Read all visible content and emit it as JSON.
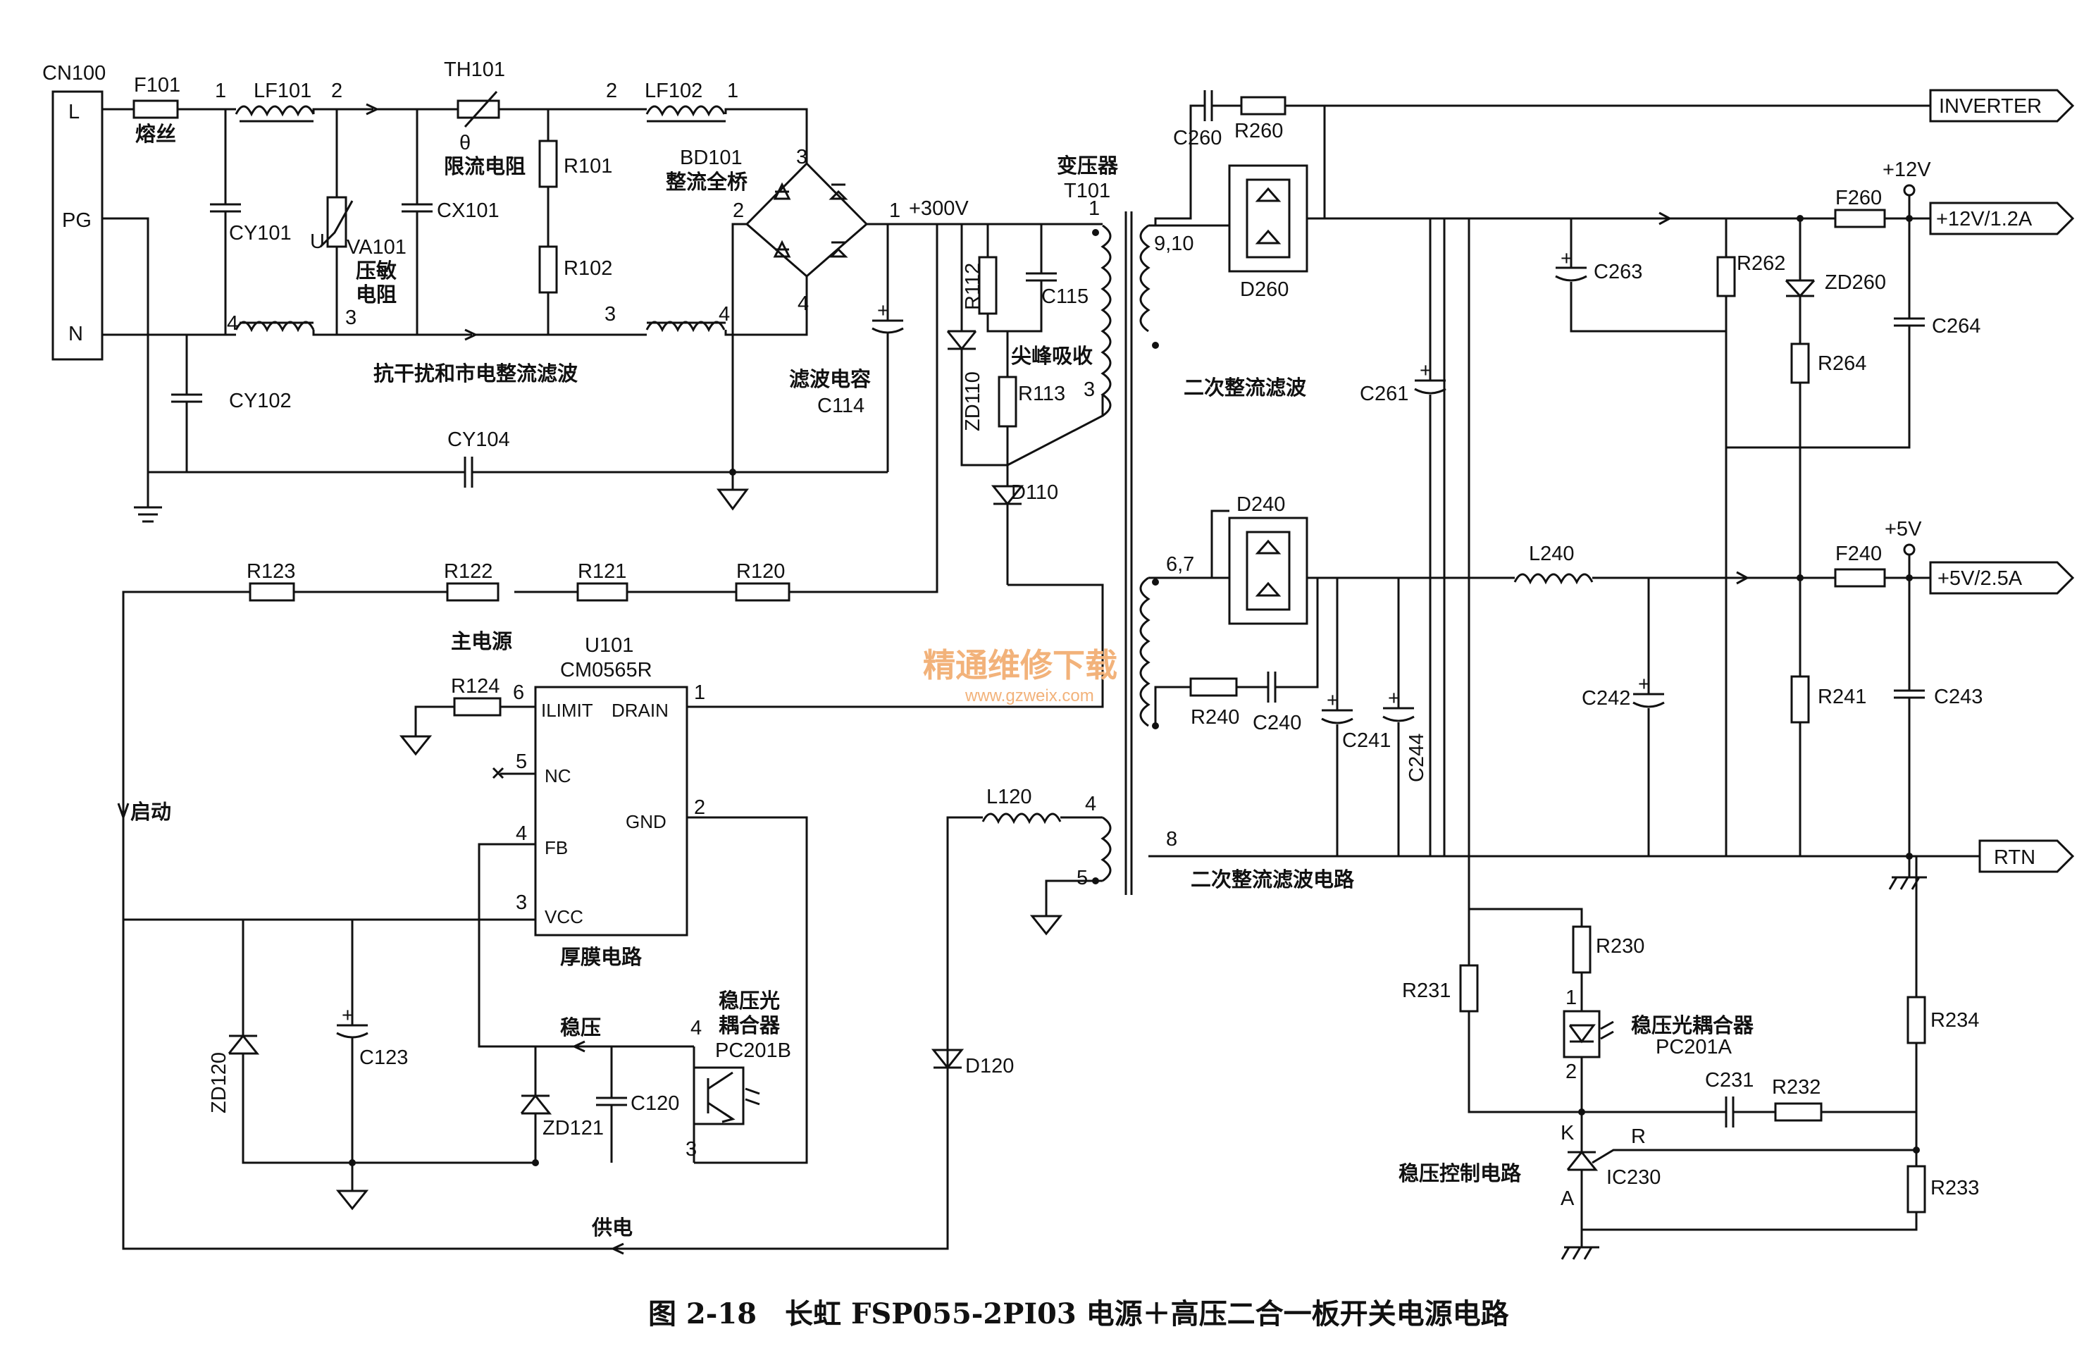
{
  "caption": "图 2-18　长虹 FSP055-2PI03 电源＋高压二合一板开关电源电路",
  "watermark": {
    "cn": "精通维修下载",
    "url": "www.gzweix.com"
  },
  "connector": {
    "ref": "CN100",
    "pins": [
      "L",
      "PG",
      "N"
    ]
  },
  "components": {
    "F101": "F101",
    "F101_desc": "熔丝",
    "LF101": "LF101",
    "LF102": "LF102",
    "TH101": "TH101",
    "TH101_desc": "限流电阻",
    "theta": "θ",
    "U": "U",
    "CY101": "CY101",
    "CY102": "CY102",
    "CY104": "CY104",
    "VA101": "VA101",
    "VA101_desc1": "压敏",
    "VA101_desc2": "电阻",
    "CX101": "CX101",
    "R101": "R101",
    "R102": "R102",
    "BD101": "BD101",
    "BD101_desc": "整流全桥",
    "C114": "C114",
    "C114_desc": "滤波电容",
    "V300": "+300V",
    "T101": "T101",
    "T101_desc": "变压器",
    "R112": "R112",
    "C115": "C115",
    "R113": "R113",
    "ZD110": "ZD110",
    "D110": "D110",
    "spike": "尖峰吸收",
    "R120": "R120",
    "R121": "R121",
    "R122": "R122",
    "R123": "R123",
    "R124": "R124",
    "main_power": "主电源",
    "U101": "U101",
    "U101_part": "CM0565R",
    "ic_ilimit": "ILIMIT",
    "ic_drain": "DRAIN",
    "ic_nc": "NC",
    "ic_fb": "FB",
    "ic_vcc": "VCC",
    "ic_gnd": "GND",
    "thick_film": "厚膜电路",
    "start": "启动",
    "supply": "供电",
    "regulate": "稳压",
    "ZD120": "ZD120",
    "C123": "C123",
    "ZD121": "ZD121",
    "C120": "C120",
    "PC201B": "PC201B",
    "PC201B_desc1": "稳压光",
    "PC201B_desc2": "耦合器",
    "L120": "L120",
    "D120": "D120",
    "C260": "C260",
    "R260": "R260",
    "D260": "D260",
    "D240": "D240",
    "sec_filter": "二次整流滤波",
    "sec_filter_circuit": "二次整流滤波电路",
    "C261": "C261",
    "C263": "C263",
    "R262": "R262",
    "ZD260": "ZD260",
    "C264": "C264",
    "R264": "R264",
    "F260": "F260",
    "R240": "R240",
    "C240": "C240",
    "C241": "C241",
    "C244": "C244",
    "L240": "L240",
    "C242": "C242",
    "R241": "R241",
    "F240": "F240",
    "C243": "C243",
    "R230": "R230",
    "R231": "R231",
    "R232": "R232",
    "R233": "R233",
    "R234": "R234",
    "C231": "C231",
    "IC230": "IC230",
    "PC201A": "PC201A",
    "PC201A_desc": "稳压光耦合器",
    "reg_ctrl": "稳压控制电路",
    "K": "K",
    "R": "R",
    "A": "A",
    "p12": "+12V",
    "p5": "+5V",
    "filter_note": "抗干扰和市电整流滤波"
  },
  "outputs": [
    "INVERTER",
    "+12V/1.2A",
    "+5V/2.5A",
    "RTN"
  ],
  "pin_numbers": {
    "lf101_1": "1",
    "lf101_2": "2",
    "lf101_3": "3",
    "lf101_4": "4",
    "lf102_2": "2",
    "lf102_1": "1",
    "lf102_3": "3",
    "lf102_4": "4",
    "bd_1": "1",
    "bd_2": "2",
    "bd_3": "3",
    "bd_4": "4",
    "t_1": "1",
    "t_3": "3",
    "t_4": "4",
    "t_5": "5",
    "t_8": "8",
    "t_910": "9,10",
    "t_67": "6,7",
    "u_1": "1",
    "u_2": "2",
    "u_3": "3",
    "u_4": "4",
    "u_5": "5",
    "u_6": "6",
    "pcb_4": "4",
    "pcb_3": "3",
    "pca_1": "1",
    "pca_2": "2"
  }
}
